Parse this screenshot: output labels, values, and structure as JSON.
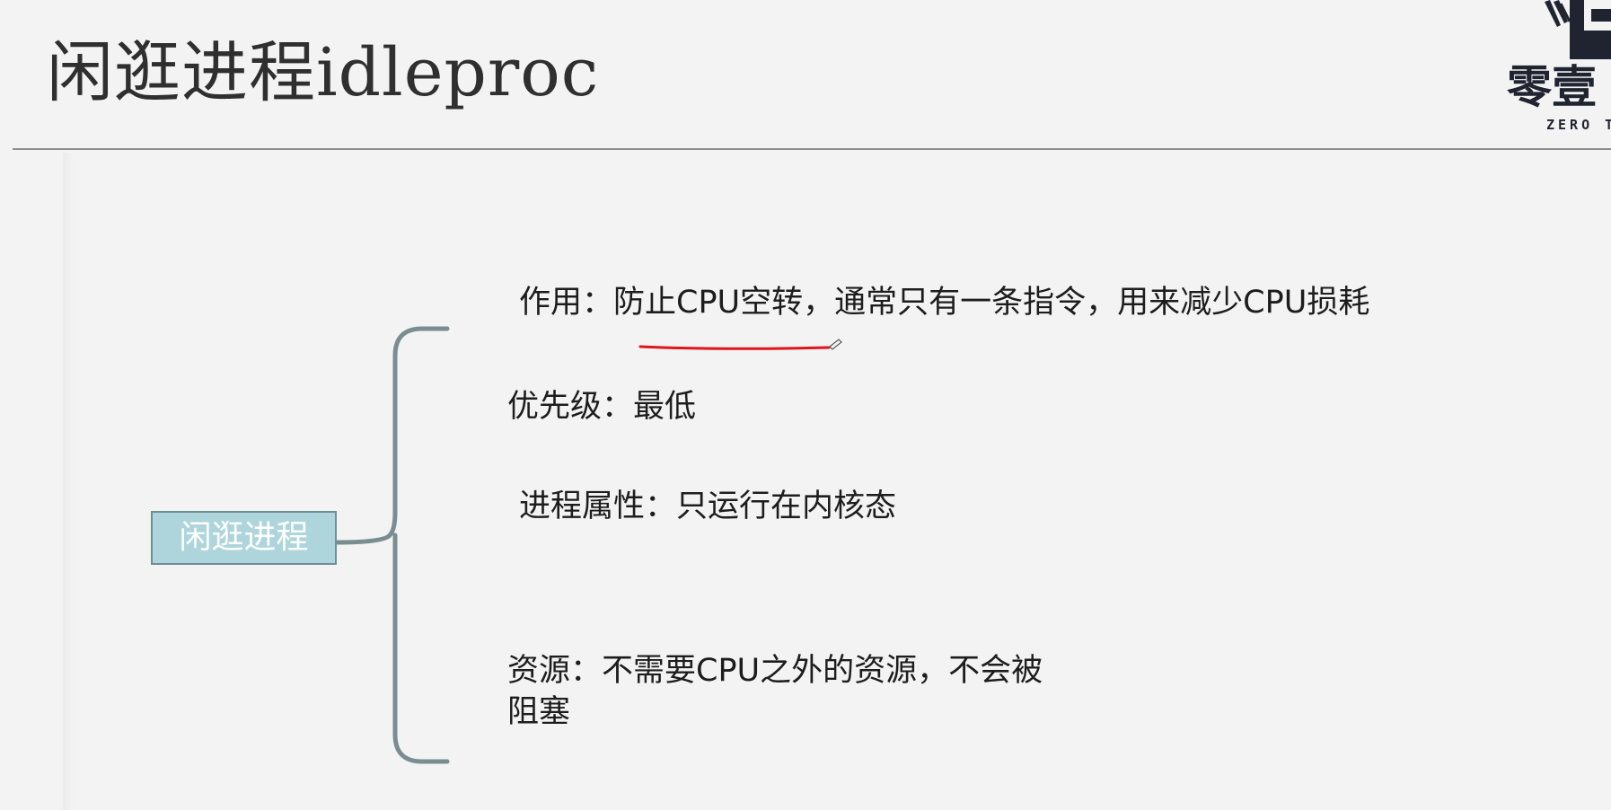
{
  "slide": {
    "title": "闲逛进程idleproc",
    "logo": {
      "name": "零壹",
      "subtitle": "ZERO T"
    },
    "node": {
      "label": "闲逛进程"
    },
    "items": [
      {
        "text": "作用：防止CPU空转，通常只有一条指令，用来减少CPU损耗"
      },
      {
        "text": "优先级：最低"
      },
      {
        "text": "进程属性：只运行在内核态"
      },
      {
        "line1": "资源：不需要CPU之外的资源，不会被",
        "line2": "阻塞"
      }
    ],
    "colors": {
      "background": "#f3f3f3",
      "node_fill": "#aed5dc",
      "brace": "#7a8d91",
      "annotation": "#e0141c",
      "rule": "#8d8d8d"
    }
  }
}
